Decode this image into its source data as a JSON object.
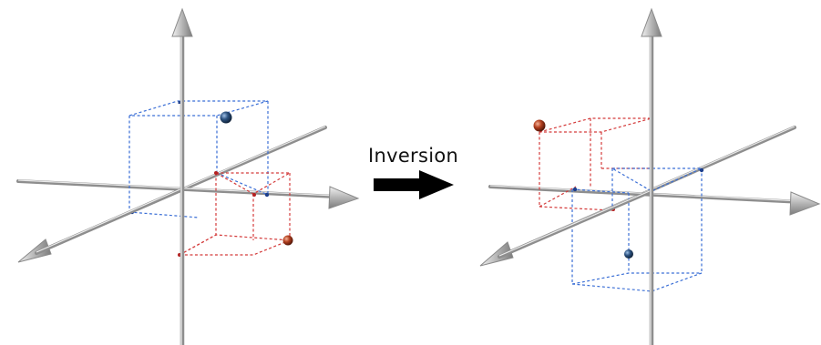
{
  "arrow_label": "Inversion",
  "colors": {
    "axis": "#9a9a9a",
    "axis_highlight": "#e6e6e6",
    "blue_box": "#3b6fd6",
    "red_box": "#d43b3b",
    "blue_sphere": "#1f3e63",
    "red_sphere": "#b83a1c",
    "arrow": "#000000"
  },
  "panels": [
    {
      "name": "before-inversion",
      "blue_box": "upper-left-back",
      "red_box": "lower-right-front"
    },
    {
      "name": "after-inversion",
      "blue_box": "lower-right-front",
      "red_box": "upper-left-back"
    }
  ]
}
